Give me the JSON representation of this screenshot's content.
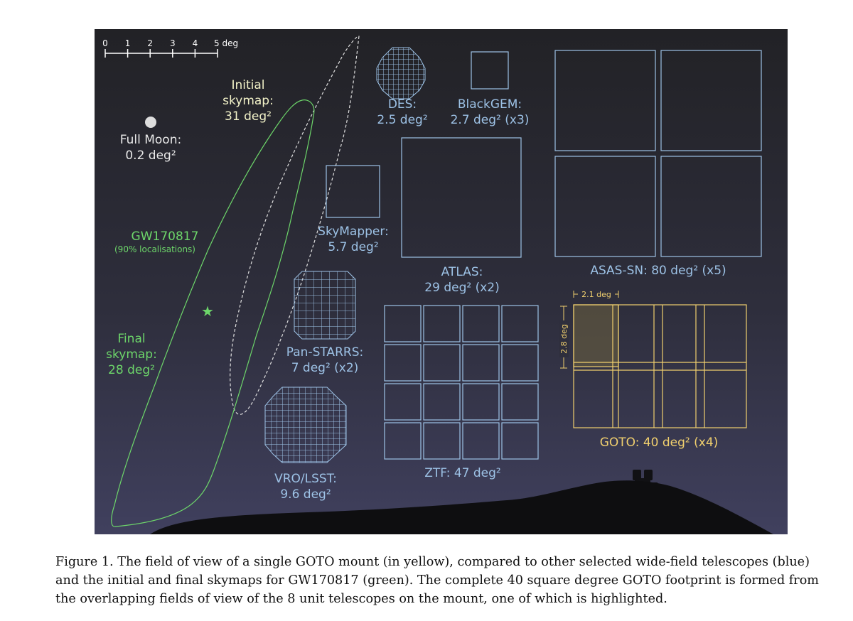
{
  "figure": {
    "scale_bar": {
      "ticks": [
        "0",
        "1",
        "2",
        "3",
        "4"
      ],
      "end_label": "5 deg"
    },
    "colors": {
      "background_top": "#222226",
      "background_bottom": "#3c3c5a",
      "blue": "#9dc2e6",
      "green": "#6dd66a",
      "yellow": "#f0cf6e",
      "moon": "#dddddd",
      "white_text": "#e8e8e8"
    },
    "moon": {
      "line1": "Full Moon:",
      "line2": "0.2 deg²"
    },
    "initial_skymap": {
      "line1": "Initial",
      "line2": "skymap:",
      "line3": "31 deg²"
    },
    "gw": {
      "name": "GW170817",
      "sub": "(90% localisations)"
    },
    "final_skymap": {
      "line1": "Final",
      "line2": "skymap:",
      "line3": "28 deg²"
    },
    "telescopes": {
      "des": {
        "line1": "DES:",
        "line2": "2.5 deg²"
      },
      "blackgem": {
        "line1": "BlackGEM:",
        "line2": "2.7 deg² (x3)"
      },
      "skymapper": {
        "line1": "SkyMapper:",
        "line2": "5.7 deg²"
      },
      "atlas": {
        "line1": "ATLAS:",
        "line2": "29 deg² (x2)"
      },
      "asassn": {
        "line1": "ASAS-SN: 80 deg² (x5)"
      },
      "panstarrs": {
        "line1": "Pan-STARRS:",
        "line2": "7 deg² (x2)"
      },
      "ztf": {
        "line1": "ZTF: 47 deg²"
      },
      "vro": {
        "line1": "VRO/LSST:",
        "line2": "9.6 deg²"
      },
      "goto": {
        "line1": "GOTO: 40 deg² (x4)",
        "width_label": "2.1 deg",
        "height_label": "2.8 deg"
      }
    }
  },
  "caption": {
    "text": "Figure 1.  The field of view of a single GOTO mount (in yellow), compared to other selected wide-field telescopes (blue) and the initial and final skymaps for GW170817 (green). The complete 40 square degree GOTO footprint is formed from the overlapping fields of view of the 8 unit telescopes on the mount, one of which is highlighted."
  }
}
